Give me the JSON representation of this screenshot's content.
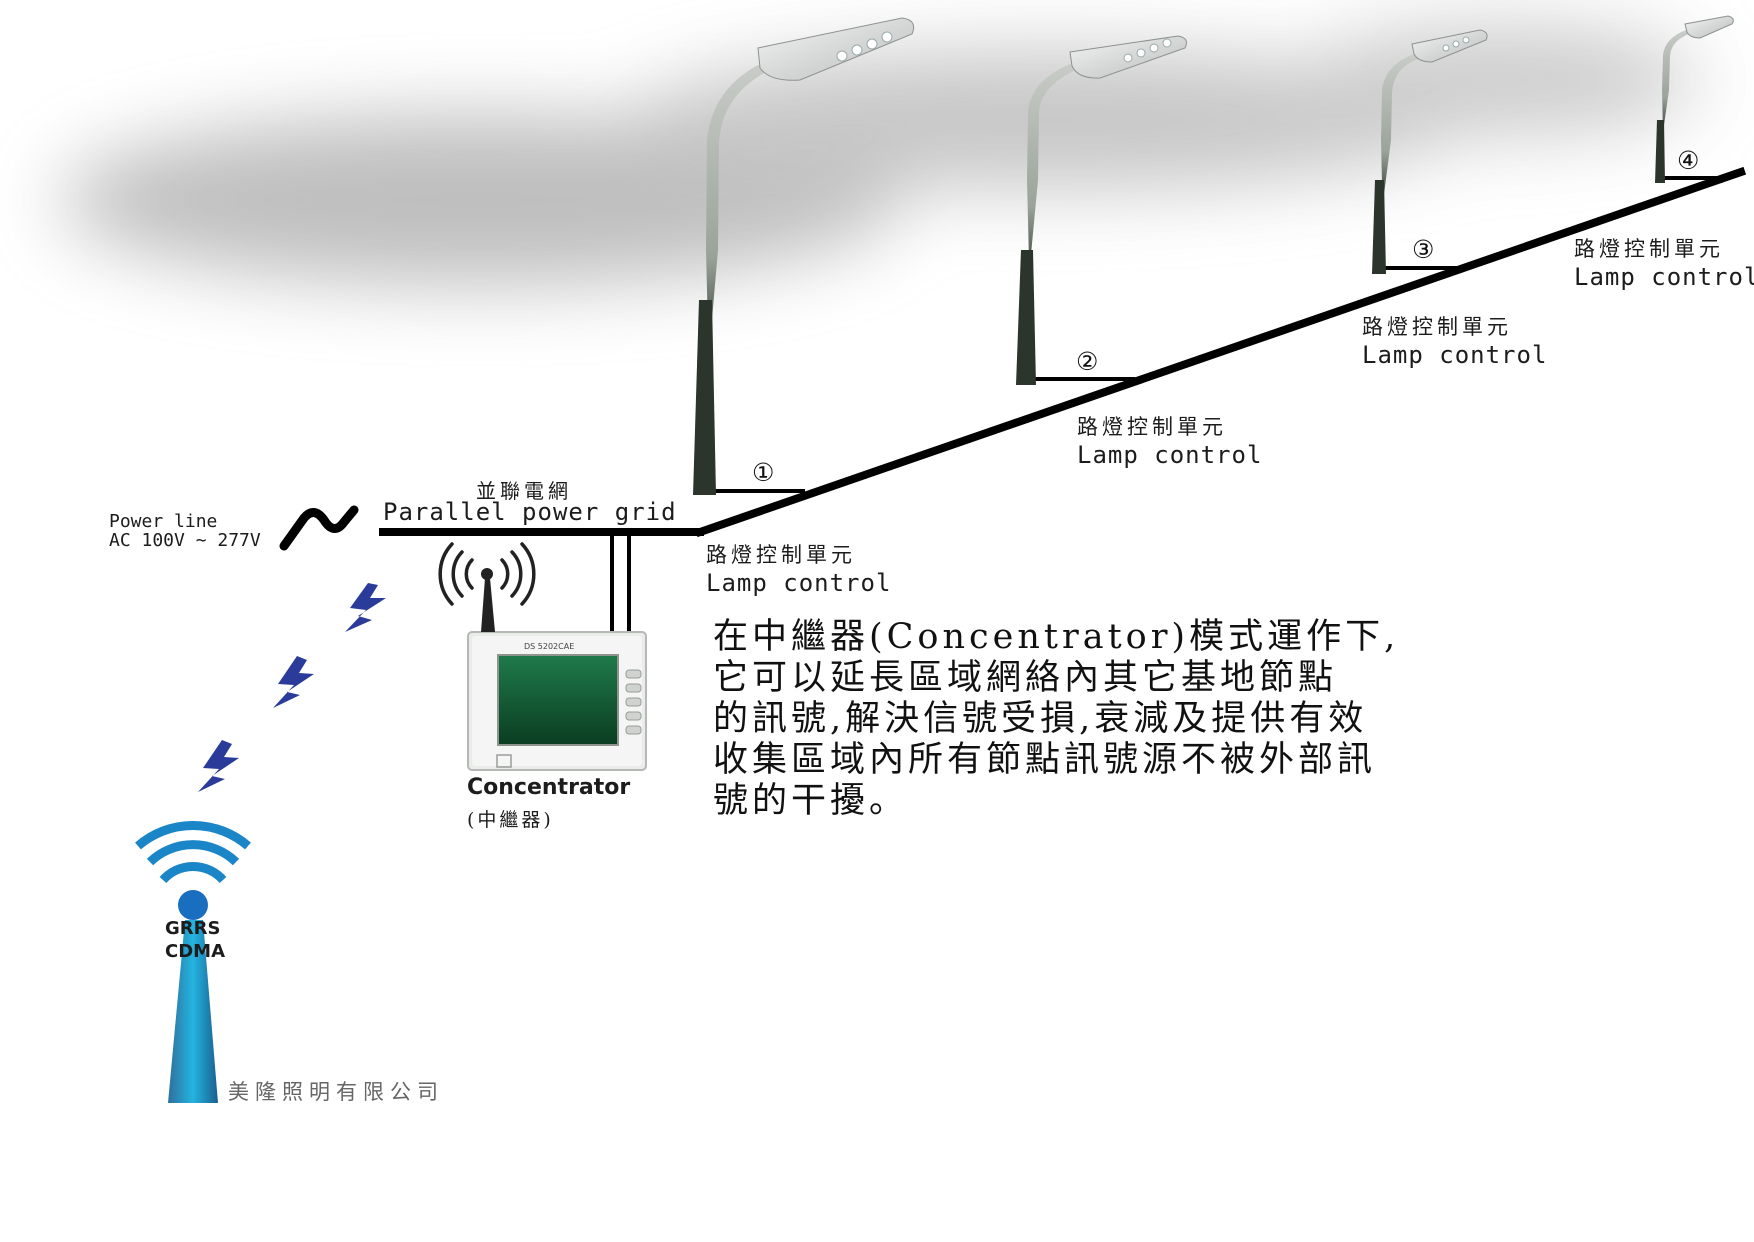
{
  "power_line": {
    "label": "Power line",
    "voltage": "AC 100V ~ 277V"
  },
  "grid": {
    "label_zh": "並聯電網",
    "label_en": "Parallel power grid"
  },
  "lamp_units": [
    {
      "number": "①",
      "label_zh": "路燈控制單元",
      "label_en": "Lamp control"
    },
    {
      "number": "②",
      "label_zh": "路燈控制單元",
      "label_en": "Lamp control"
    },
    {
      "number": "③",
      "label_zh": "路燈控制單元",
      "label_en": "Lamp control"
    },
    {
      "number": "④",
      "label_zh": "路燈控制單元",
      "label_en": "Lamp control"
    }
  ],
  "concentrator": {
    "label_en": "Concentrator",
    "label_zh": "(中繼器)",
    "model_text": "DS 5202CAE"
  },
  "tower": {
    "line1": "GRRS",
    "line2": "CDMA"
  },
  "company": "美隆照明有限公司",
  "description": [
    "在中繼器(Concentrator)模式運作下,",
    "它可以延長區域網絡內其它基地節點",
    "的訊號,解決信號受損,衰減及提供有效",
    "收集區域內所有節點訊號源不被外部訊",
    "號的干擾。"
  ],
  "colors": {
    "wire": "#000000",
    "tower_blue": "#1a86c8",
    "lightning_blue": "#2b3b9a",
    "pole": "#3c463c",
    "lcd_green": "#0f4a2a"
  }
}
